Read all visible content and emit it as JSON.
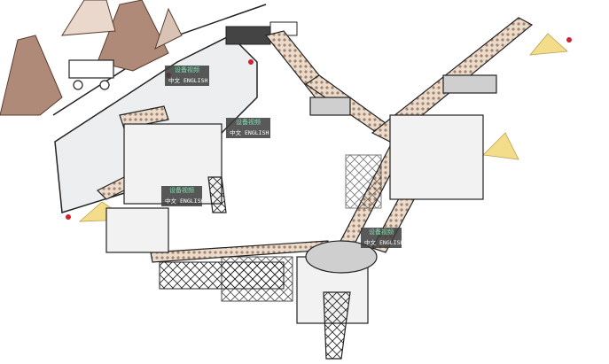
{
  "equipment_tags": [
    {
      "video_label": "设备视频",
      "chinese_label": "中文",
      "english_label": "ENGLISH"
    },
    {
      "video_label": "设备视频",
      "chinese_label": "中文",
      "english_label": "ENGLISH"
    },
    {
      "video_label": "设备视频",
      "chinese_label": "中文",
      "english_label": "ENGLISH"
    },
    {
      "video_label": "设备视频",
      "chinese_label": "中文",
      "english_label": "ENGLISH"
    }
  ],
  "colors": {
    "sand": "#f3dc8a",
    "rock": "#b08a78",
    "tag_bg": "#3c3c3c",
    "tag_text": "#7fe0b0"
  }
}
